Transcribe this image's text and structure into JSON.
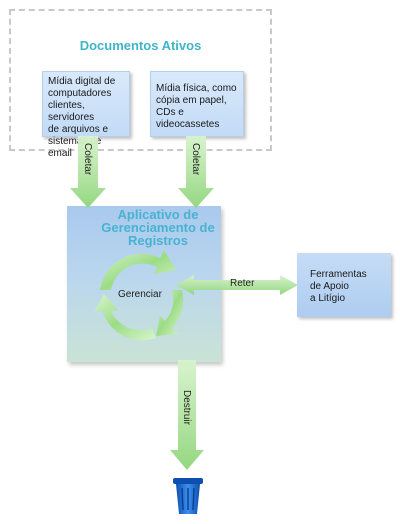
{
  "active_docs": {
    "title": "Documentos Ativos",
    "digital_media": [
      "Mídia digital de",
      "computadores",
      "clientes, servidores",
      "de arquivos e",
      "sistemas de email"
    ],
    "physical_media": [
      "Mídia física, como",
      "cópia em papel,",
      "CDs e videocassetes"
    ]
  },
  "app": {
    "title_lines": [
      "Aplicativo de",
      "Gerenciamento de",
      "Registros"
    ],
    "manage_label": "Gerenciar"
  },
  "tools": {
    "lines": [
      "Ferramentas",
      "de Apoio",
      "a Litígio"
    ]
  },
  "arrows": {
    "collect_left": "Coletar",
    "collect_right": "Coletar",
    "retain": "Reter",
    "destroy": "Destruir"
  },
  "colors": {
    "arrow_green": "#9fdc8a",
    "title_cyan": "#3fb6c8",
    "trash_blue": "#1f6fd6"
  }
}
